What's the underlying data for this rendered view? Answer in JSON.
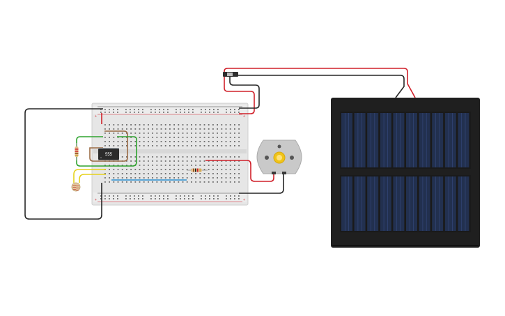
{
  "circuit": {
    "ic_label": "555",
    "components": {
      "breadboard": "breadboard-half",
      "ic": "ne555-timer",
      "resistor_top": "resistor",
      "resistor_mid": "resistor",
      "photoresistor": "photoresistor-ldr",
      "motor": "dc-motor",
      "solar_panel": "solar-panel",
      "switch": "slide-switch"
    },
    "colors": {
      "wire_red": "#d0202a",
      "wire_black": "#262626",
      "wire_green": "#2ea32e",
      "wire_brown": "#9a6a44",
      "wire_yellow": "#e5d21c",
      "wire_blue": "#2b8fd0",
      "breadboard": "#e6e6e6",
      "panel_frame": "#1f1f1f",
      "panel_cell": "#22304f",
      "motor_body": "#c9c9c9",
      "motor_shaft": "#f0c419"
    }
  }
}
